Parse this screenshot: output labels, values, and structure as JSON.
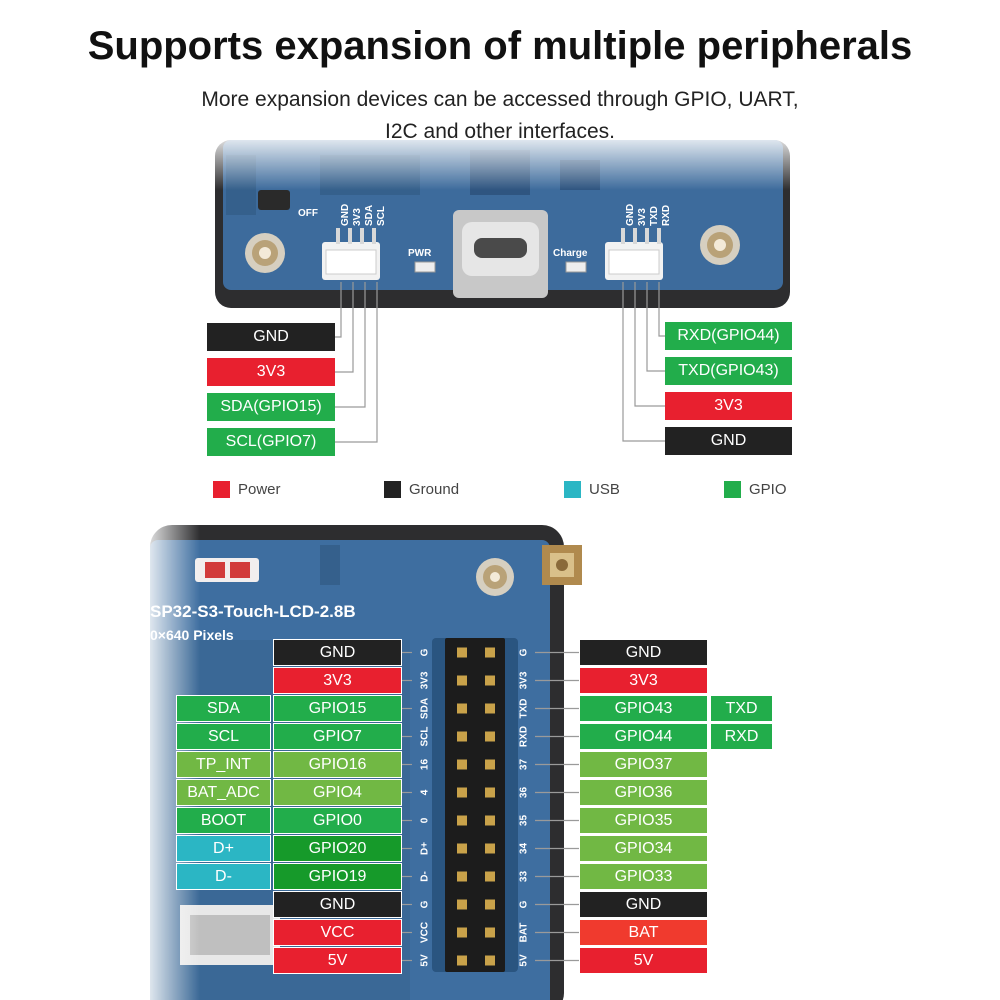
{
  "heading": {
    "title": "Supports expansion of multiple peripherals",
    "subtitle_line1": "More expansion devices can be accessed through GPIO, UART,",
    "subtitle_line2": "I2C and other interfaces."
  },
  "colors": {
    "power": "#e8202f",
    "ground": "#222222",
    "usb": "#2bb6c4",
    "gpio": "#22ad4b",
    "gpio_dark": "#169a2a",
    "gpio_light": "#71b844",
    "pcb": "#3e6ea0"
  },
  "top_board": {
    "i2c_header_pins": [
      "GND",
      "3V3",
      "SDA",
      "SCL"
    ],
    "uart_header_pins": [
      "GND",
      "3V3",
      "TXD",
      "RXD"
    ],
    "switch_label": "OFF",
    "pwr_led_label": "PWR",
    "charge_led_label": "Charge"
  },
  "i2c_labels": [
    "GND",
    "3V3",
    "SDA(GPIO15)",
    "SCL(GPIO7)"
  ],
  "uart_labels": [
    "RXD(GPIO44)",
    "TXD(GPIO43)",
    "3V3",
    "GND"
  ],
  "legend": {
    "power": "Power",
    "ground": "Ground",
    "usb": "USB",
    "gpio": "GPIO"
  },
  "bottom_board": {
    "board_name": "SP32-S3-Touch-LCD-2.8B",
    "board_resolution": "0×640 Pixels",
    "left_silk": [
      "G",
      "3V3",
      "SDA",
      "SCL",
      "16",
      "4",
      "0",
      "D+",
      "D-",
      "G",
      "VCC",
      "5V"
    ],
    "right_silk": [
      "G",
      "3V3",
      "TXD",
      "RXD",
      "37",
      "36",
      "35",
      "34",
      "33",
      "G",
      "BAT",
      "5V"
    ]
  },
  "header_left_func": [
    "SDA",
    "SCL",
    "TP_INT",
    "BAT_ADC",
    "BOOT",
    "D+",
    "D-"
  ],
  "header_left_pins": [
    "GND",
    "3V3",
    "GPIO15",
    "GPIO7",
    "GPIO16",
    "GPIO4",
    "GPIO0",
    "GPIO20",
    "GPIO19",
    "GND",
    "VCC",
    "5V"
  ],
  "header_right_pins": [
    "GND",
    "3V3",
    "GPIO43",
    "GPIO44",
    "GPIO37",
    "GPIO36",
    "GPIO35",
    "GPIO34",
    "GPIO33",
    "GND",
    "BAT",
    "5V"
  ],
  "header_right_func": [
    "TXD",
    "RXD"
  ]
}
